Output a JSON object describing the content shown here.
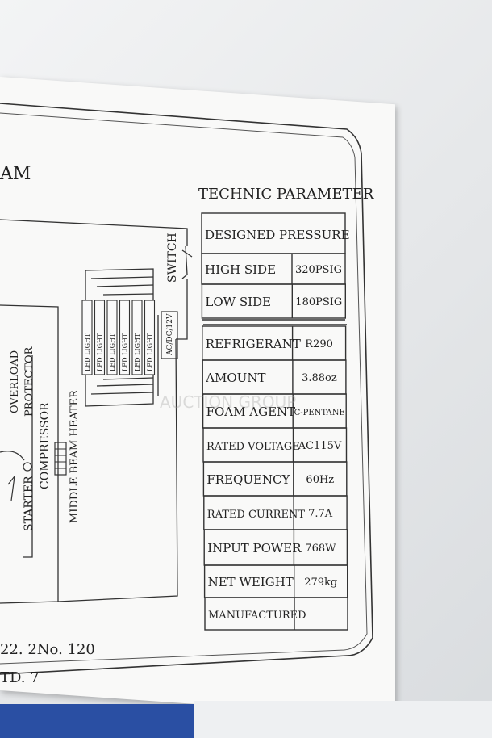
{
  "heading_fragment": "AM",
  "technic": {
    "title": "TECHNIC PARAMETER",
    "designed_pressure": "DESIGNED PRESSURE",
    "rows": [
      {
        "label": "HIGH SIDE",
        "value": "320PSIG"
      },
      {
        "label": "LOW SIDE",
        "value": "180PSIG"
      },
      {
        "label": "REFRIGERANT",
        "value": "R290"
      },
      {
        "label": "AMOUNT",
        "value": "3.88oz"
      },
      {
        "label": "FOAM AGENT",
        "value": "C-PENTANE"
      },
      {
        "label": "RATED VOLTAGE",
        "value": "AC115V"
      },
      {
        "label": "FREQUENCY",
        "value": "60Hz"
      },
      {
        "label": "RATED CURRENT",
        "value": "7.7A"
      },
      {
        "label": "INPUT POWER",
        "value": "768W"
      },
      {
        "label": "NET WEIGHT",
        "value": "279kg"
      },
      {
        "label": "MANUFACTURED",
        "value": ""
      }
    ]
  },
  "wiring": {
    "switch_label": "SWITCH",
    "converter_label": "AC/DC/12V",
    "led_label": "LED LIGHT",
    "overload_label": "OVERLOAD",
    "protector_label": "PROTECTOR",
    "compressor_label": "COMPRESSOR",
    "starter_label": "STARTER",
    "heater_label": "MIDDLE BEAM HEATER"
  },
  "footer": {
    "line1": "22. 2No. 120",
    "line2": "TD. 7"
  },
  "watermark": "AUCTION GROUP"
}
